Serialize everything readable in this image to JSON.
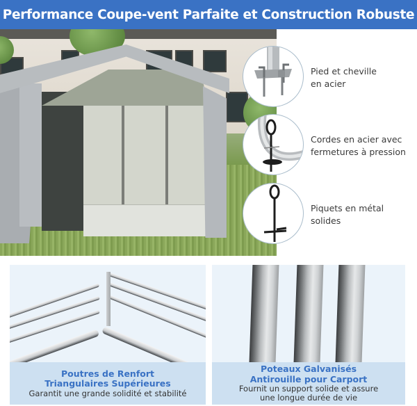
{
  "banner": {
    "title": "Performance Coupe-vent Parfaite et Construction Robuste",
    "background_color": "#3a72c4",
    "text_color": "#ffffff"
  },
  "hero": {
    "image_description": "Grey carport tent with open front standing on a lawn in front of a modern house"
  },
  "features": [
    {
      "icon": "steel-foot-peg-icon",
      "lines": [
        "Pied et cheville",
        "en acier"
      ]
    },
    {
      "icon": "steel-rope-snap-lock-icon",
      "lines": [
        "Cordes en acier avec",
        "fermetures à pression"
      ]
    },
    {
      "icon": "metal-ground-stake-icon",
      "lines": [
        "Piquets en métal",
        "solides"
      ]
    }
  ],
  "panels": [
    {
      "image": "triangular-roof-beams",
      "title_lines": [
        "Poutres de Renfort",
        "Triangulaires Supérieures"
      ],
      "description_lines": [
        "Garantit une grande solidité et stabilité"
      ]
    },
    {
      "image": "galvanized-poles",
      "title_lines": [
        "Poteaux Galvanisés",
        "Antirouille pour Carport"
      ],
      "description_lines": [
        "Fournit un support solide et assure",
        "une longue durée de vie"
      ]
    }
  ],
  "colors": {
    "accent_blue": "#3a72c4",
    "caption_bg": "#cde0f1",
    "panel_bg": "#ebf3fa",
    "circle_border": "#a9bccb",
    "body_text": "#3a3a3a"
  }
}
